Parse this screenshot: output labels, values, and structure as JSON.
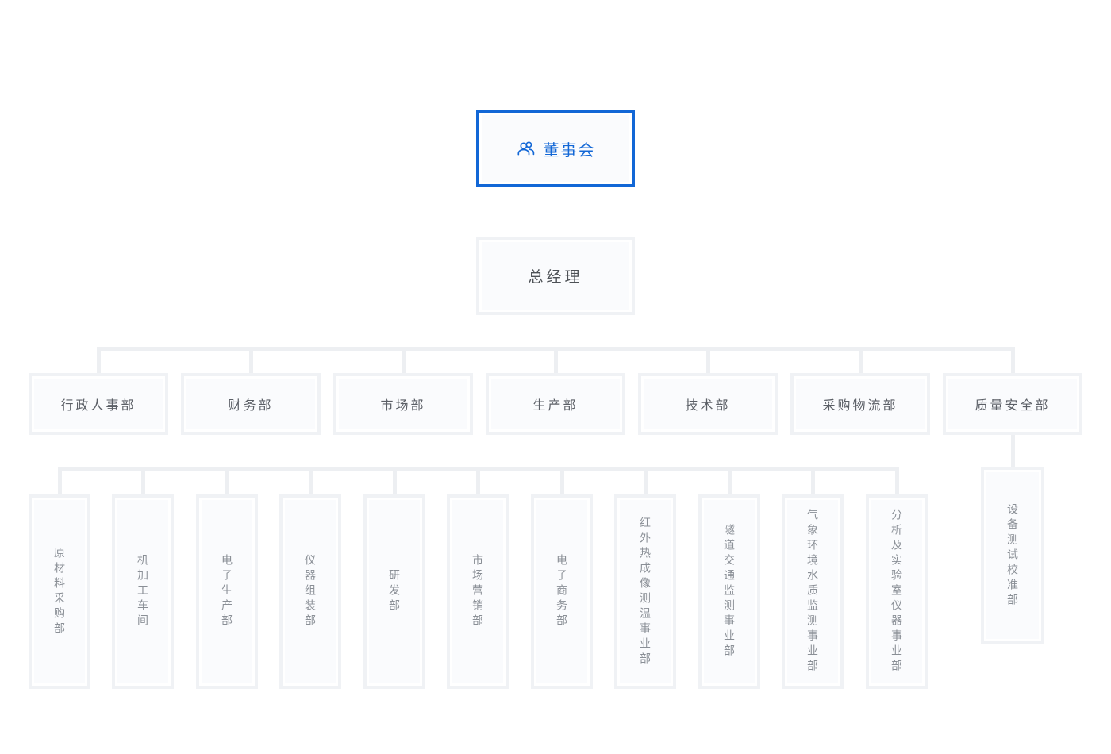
{
  "org_chart": {
    "root": {
      "label": "董事会",
      "icon": "people-icon",
      "highlighted": true
    },
    "general_manager": {
      "label": "总经理"
    },
    "departments": [
      {
        "label": "行政人事部"
      },
      {
        "label": "财务部"
      },
      {
        "label": "市场部"
      },
      {
        "label": "生产部"
      },
      {
        "label": "技术部"
      },
      {
        "label": "采购物流部"
      },
      {
        "label": "质量安全部"
      }
    ],
    "sub_departments": [
      {
        "label": "原材料采购部"
      },
      {
        "label": "机加工车间"
      },
      {
        "label": "电子生产部"
      },
      {
        "label": "仪器组装部"
      },
      {
        "label": "研发部"
      },
      {
        "label": "市场营销部"
      },
      {
        "label": "电子商务部"
      },
      {
        "label": "红外热成像测温事业部"
      },
      {
        "label": "隧道交通监测事业部"
      },
      {
        "label": "气象环境水质监测事业部"
      },
      {
        "label": "分析及实验室仪器事业部"
      }
    ],
    "quality_sub_department": {
      "label": "设备测试校准部"
    },
    "colors": {
      "accent_blue": "#1267d6",
      "connector_gray": "#edeff2",
      "box_border": "#f0f2f5",
      "box_fill": "#fafbfd"
    }
  }
}
